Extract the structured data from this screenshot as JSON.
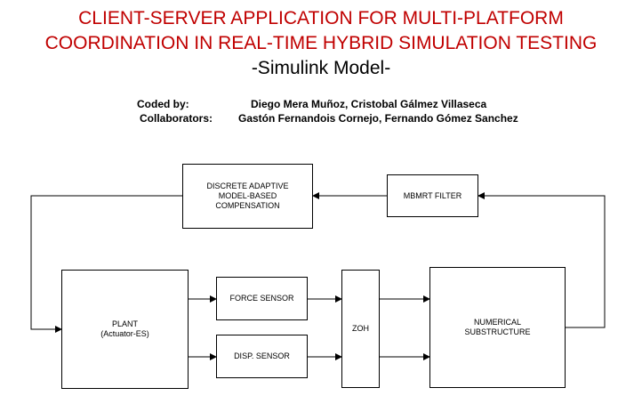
{
  "header": {
    "title_line1": "CLIENT-SERVER APPLICATION FOR MULTI-PLATFORM",
    "title_line2": "COORDINATION IN REAL-TIME HYBRID SIMULATION TESTING",
    "subtitle": "-Simulink Model-",
    "coded_by_label": "Coded by:",
    "coded_by_names": "Diego Mera Muñoz, Cristobal Gálmez Villaseca",
    "collaborators_label": "Collaborators:",
    "collaborators_names": "Gastón Fernandois Cornejo, Fernando Gómez Sanchez"
  },
  "blocks": {
    "compensation": {
      "line1": "DISCRETE ADAPTIVE",
      "line2": "MODEL-BASED",
      "line3": "COMPENSATION"
    },
    "filter": {
      "label": "MBMRT FILTER"
    },
    "plant": {
      "line1": "PLANT",
      "line2": "(Actuator-ES)"
    },
    "force_sensor": {
      "label": "FORCE SENSOR"
    },
    "disp_sensor": {
      "label": "DISP. SENSOR"
    },
    "zoh": {
      "label": "ZOH"
    },
    "numerical": {
      "line1": "NUMERICAL",
      "line2": "SUBSTRUCTURE"
    }
  },
  "colors": {
    "title": "#c00000"
  }
}
